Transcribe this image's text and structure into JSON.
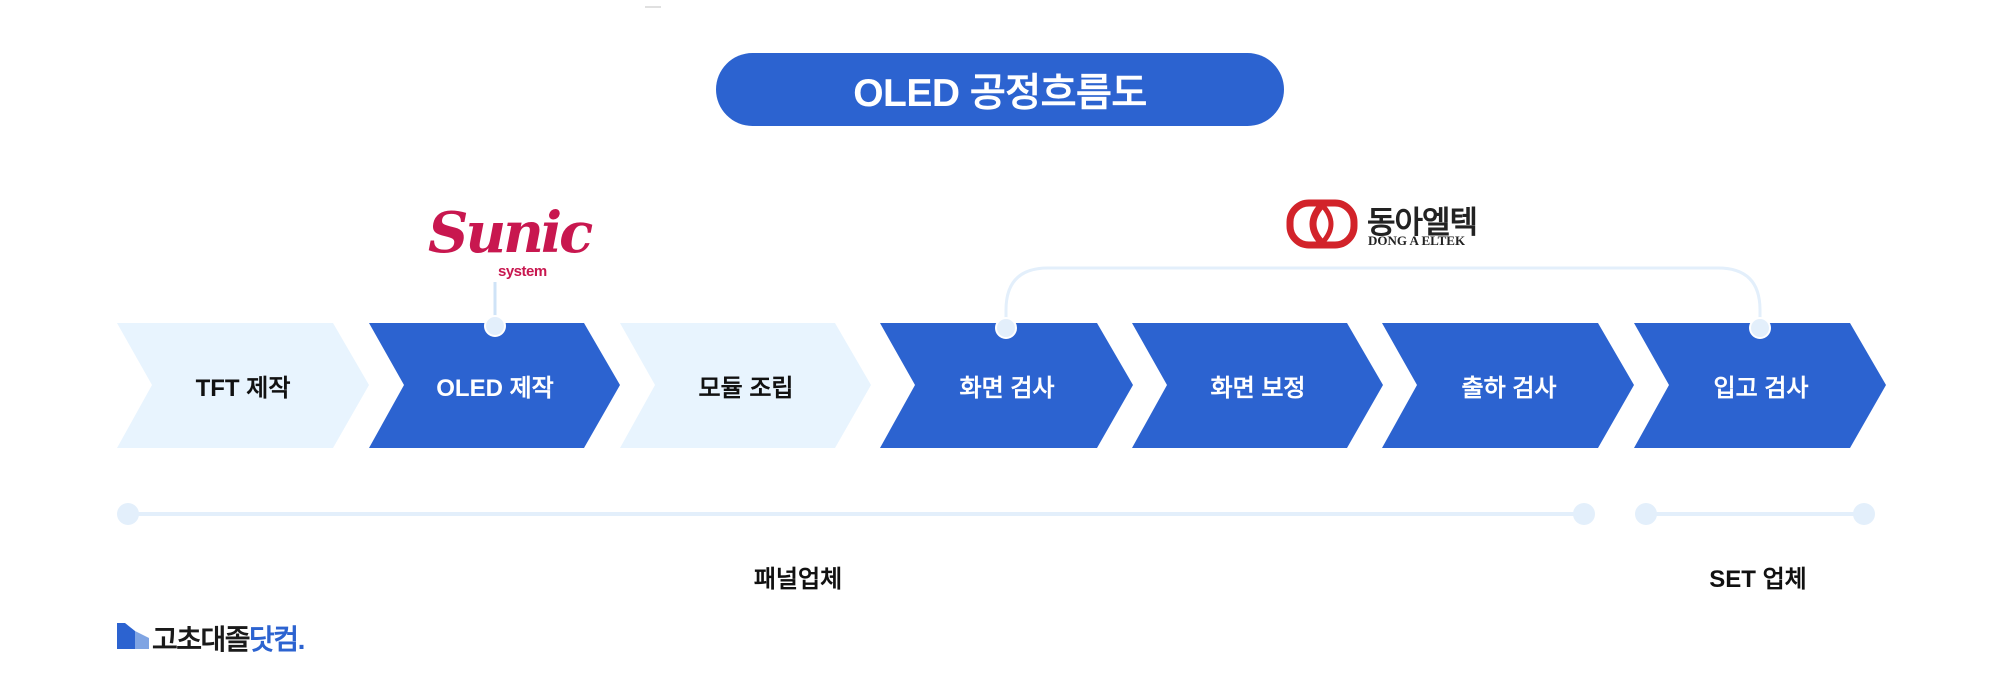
{
  "title": "OLED 공정흐름도",
  "colors": {
    "primary": "#2c63d0",
    "light": "#e8f4fe",
    "connector": "#e3effb",
    "sunic": "#c8174f"
  },
  "steps": [
    {
      "label": "TFT 제작",
      "style": "light"
    },
    {
      "label": "OLED 제작",
      "style": "dark"
    },
    {
      "label": "모듈 조립",
      "style": "light"
    },
    {
      "label": "화면 검사",
      "style": "dark"
    },
    {
      "label": "화면 보정",
      "style": "dark"
    },
    {
      "label": "출하 검사",
      "style": "dark"
    },
    {
      "label": "입고 검사",
      "style": "dark"
    }
  ],
  "groups": [
    {
      "label": "패널업체"
    },
    {
      "label": "SET 업체"
    }
  ],
  "logos": {
    "sunic": {
      "name": "Sunic",
      "sub": "system"
    },
    "donga": {
      "kr": "동아엘텍",
      "en": "DONG A ELTEK"
    }
  },
  "brand": {
    "main": "고초대졸",
    "accent": "닷컴",
    "suffix": "."
  }
}
